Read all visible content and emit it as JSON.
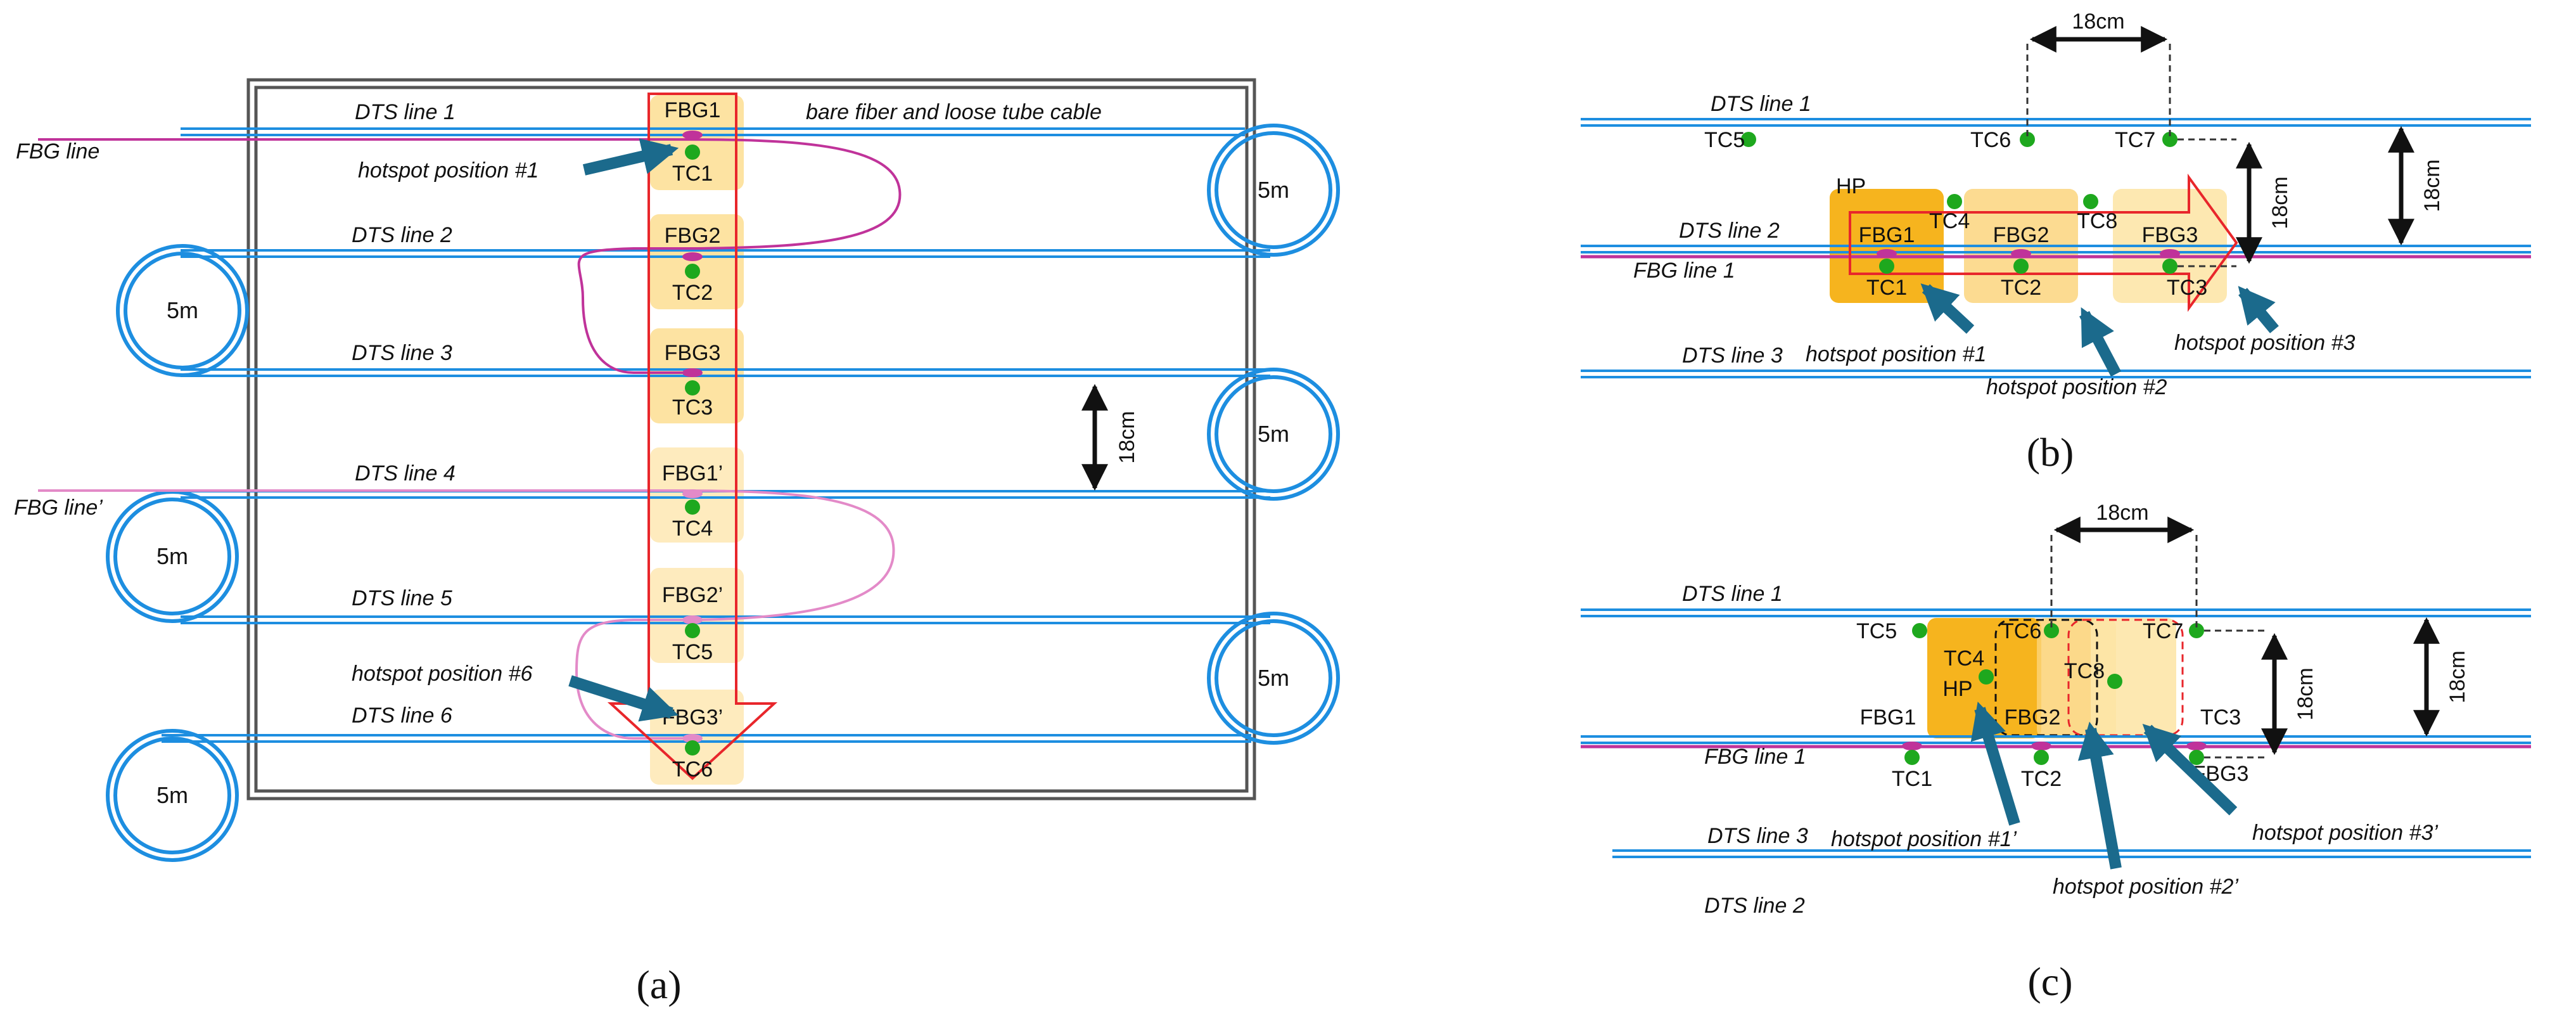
{
  "panel_a": {
    "caption": "(a)",
    "dts_lines": [
      "DTS line 1",
      "DTS line 2",
      "DTS line 3",
      "DTS line 4",
      "DTS line 5",
      "DTS line 6"
    ],
    "fbg_line": "FBG line",
    "fbg_line_prime": "FBG line’",
    "cable_note": "bare fiber and loose tube cable",
    "loop_label": "5m",
    "spacing_label": "18cm",
    "hotspot_1": "hotspot position #1",
    "hotspot_6": "hotspot position #6",
    "sensors": [
      {
        "fbg": "FBG1",
        "tc": "TC1"
      },
      {
        "fbg": "FBG2",
        "tc": "TC2"
      },
      {
        "fbg": "FBG3",
        "tc": "TC3"
      },
      {
        "fbg": "FBG1’",
        "tc": "TC4"
      },
      {
        "fbg": "FBG2’",
        "tc": "TC5"
      },
      {
        "fbg": "FBG3’",
        "tc": "TC6"
      }
    ]
  },
  "panel_b": {
    "caption": "(b)",
    "dts_line_1": "DTS line 1",
    "dts_line_2": "DTS line 2",
    "dts_line_3": "DTS line 3",
    "fbg_line_1": "FBG line 1",
    "dim_top": "18cm",
    "dim_right_inner": "18cm",
    "dim_right_outer": "18cm",
    "hp": "HP",
    "tc5": "TC5",
    "tc6": "TC6",
    "tc7": "TC7",
    "tc4": "TC4",
    "tc8": "TC8",
    "fbg1": "FBG1",
    "fbg2": "FBG2",
    "fbg3": "FBG3",
    "tc1": "TC1",
    "tc2": "TC2",
    "tc3": "TC3",
    "hotspot_1": "hotspot position #1",
    "hotspot_2": "hotspot position #2",
    "hotspot_3": "hotspot position #3"
  },
  "panel_c": {
    "caption": "(c)",
    "dts_line_1": "DTS line 1",
    "dts_line_3": "DTS line 3",
    "dts_line_2": "DTS line 2",
    "fbg_line_1": "FBG line 1",
    "dim_top": "18cm",
    "dim_right_inner": "18cm",
    "dim_right_outer": "18cm",
    "hp": "HP",
    "tc5": "TC5",
    "tc6": "TC6",
    "tc7": "TC7",
    "tc4": "TC4",
    "tc8": "TC8",
    "fbg1": "FBG1",
    "fbg2": "FBG2",
    "tc3": "TC3",
    "tc1": "TC1",
    "tc2": "TC2",
    "fbg3": "FBG3",
    "hotspot_1": "hotspot position #1’",
    "hotspot_2": "hotspot position #2’",
    "hotspot_3": "hotspot position #3’"
  },
  "colors": {
    "fiber_blue": "#1d8ee0",
    "fbg_magenta": "#c0339a",
    "fbg_pink": "#e38ac8",
    "tc_green": "#1ea81e",
    "arrow_red": "#e8262b",
    "hotspot_teal": "#1b6a8c",
    "pad_light": "#fde6a8",
    "pad_mid": "#fbd276",
    "pad_dark": "#f6b41e"
  }
}
